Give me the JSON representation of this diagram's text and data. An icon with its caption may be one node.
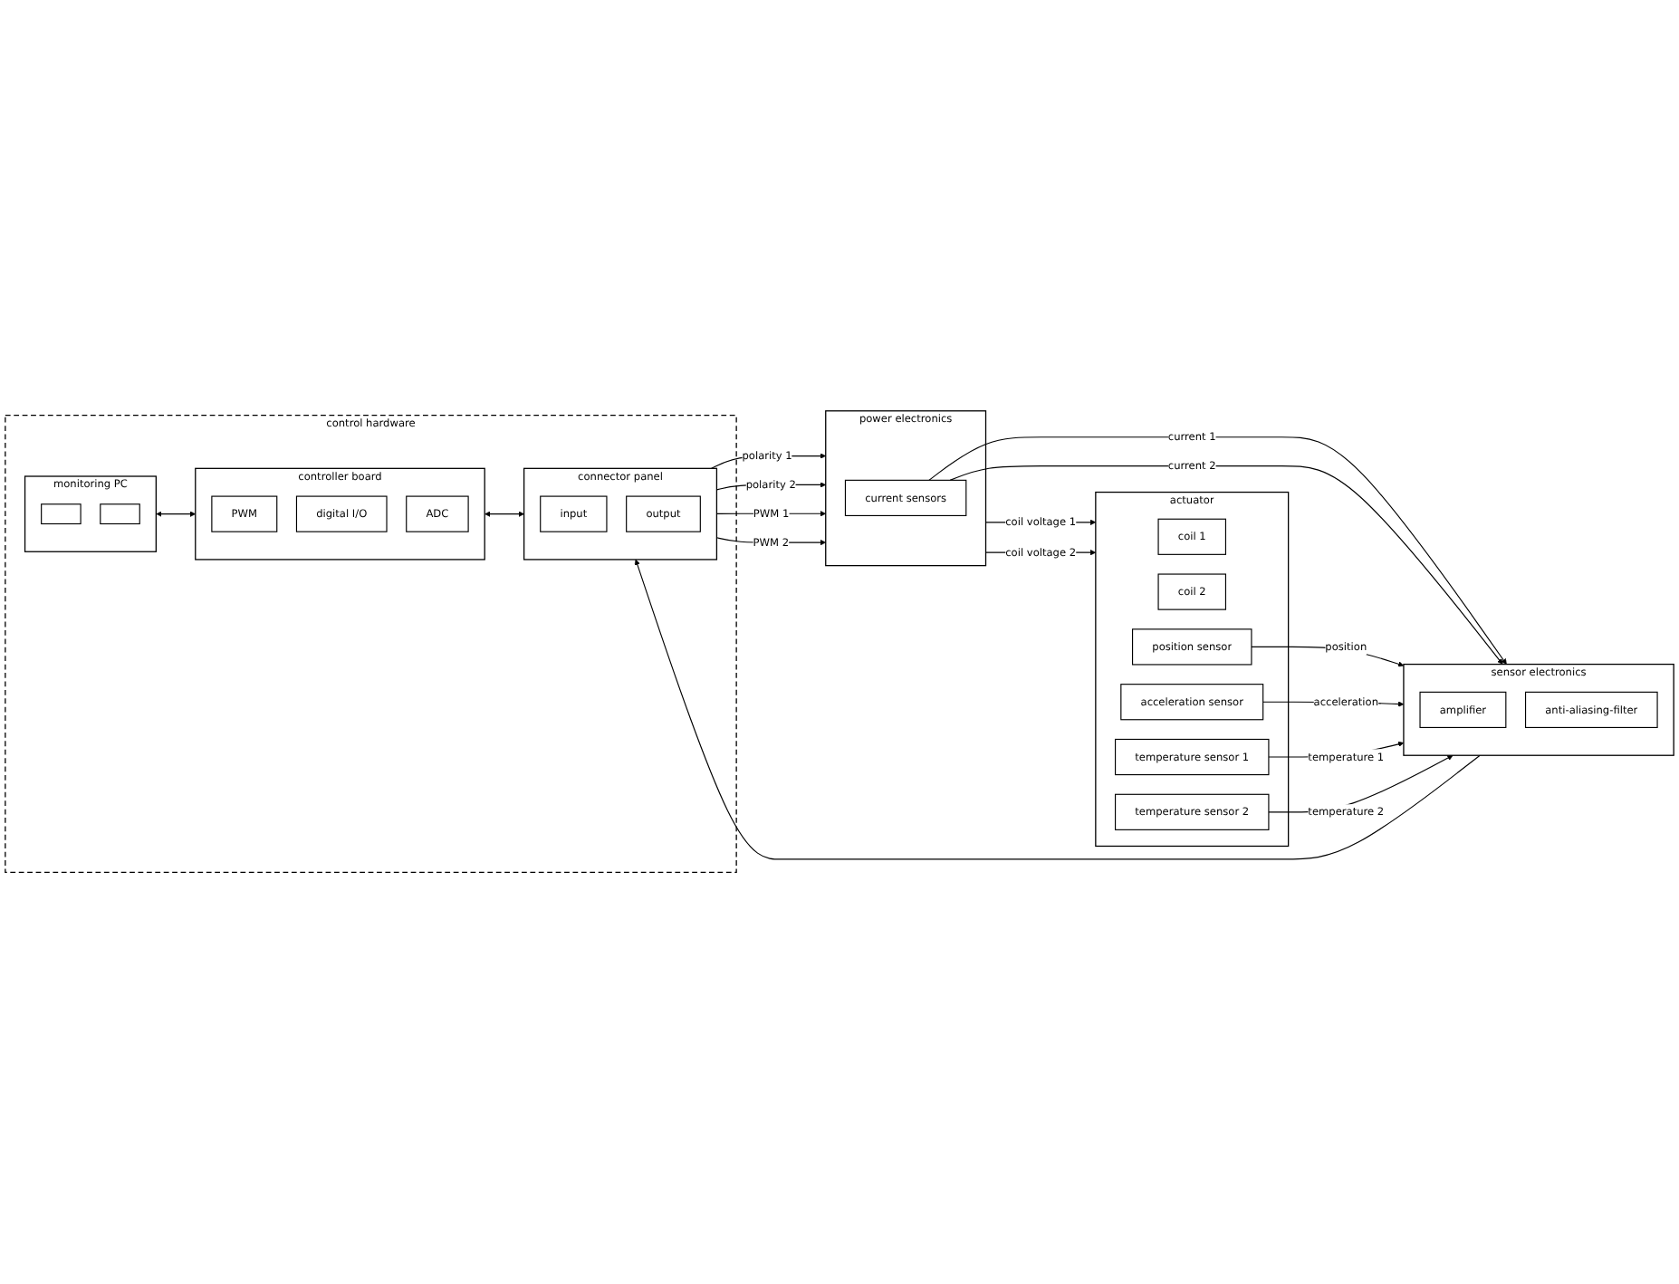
{
  "diagram": {
    "nodes": [
      {
        "text": [
          "actuator"
        ]
      },
      {
        "text": [
          "coil 1"
        ],
        "in": 0
      },
      {
        "text": [
          "coil 2"
        ],
        "in": 0
      },
      {
        "text": [
          "position sensor"
        ],
        "in": 0
      },
      {
        "text": [
          "acceleration sensor"
        ],
        "in": 0
      },
      {
        "text": [
          "temperature sensor 1"
        ],
        "in": 0
      },
      {
        "text": [
          "temperature sensor 2"
        ],
        "in": 0
      },
      {
        "text": [
          "power electronics"
        ]
      },
      {
        "text": [
          "current sensors"
        ],
        "in": 7
      },
      {
        "text": [
          "sensor electronics"
        ]
      },
      {
        "text": [
          "amplifier"
        ],
        "in": 9
      },
      {
        "text": [
          "anti-aliasing-filter"
        ],
        "in": 9
      },
      {
        "text": [
          "control hardware"
        ]
      },
      {
        "text": [
          "monitoring PC"
        ],
        "in": 12
      },
      {
        "text": [],
        "shape": "box",
        "in": 13
      },
      {
        "text": [],
        "shape": "box",
        "in": 13
      },
      {
        "text": [
          "controller board"
        ],
        "in": 12
      },
      {
        "text": [
          "PWM"
        ],
        "in": 16
      },
      {
        "text": [
          "digital I/O"
        ],
        "in": 16
      },
      {
        "text": [
          "ADC"
        ],
        "in": 16
      },
      {
        "text": [
          "connector panel"
        ],
        "in": 12
      },
      {
        "text": [
          "input"
        ],
        "in": 20
      },
      {
        "text": [
          "output"
        ],
        "in": 20
      }
    ],
    "edges": [
      {
        "from": 7,
        "to": 0,
        "arrow": "to",
        "label": "coil voltage 1"
      },
      {
        "from": 7,
        "to": 0,
        "arrow": "to",
        "label": "coil voltage 2"
      },
      {
        "from": 8,
        "to": 9,
        "arrow": "to",
        "label": "current 1"
      },
      {
        "from": 8,
        "to": 9,
        "arrow": "to",
        "label": "current 2"
      },
      {
        "from": 3,
        "to": 9,
        "arrow": "to",
        "label": "position"
      },
      {
        "from": 4,
        "to": 9,
        "arrow": "to",
        "label": "acceleration"
      },
      {
        "from": 5,
        "to": 9,
        "arrow": "to",
        "label": "temperature 1"
      },
      {
        "from": 6,
        "to": 9,
        "arrow": "to",
        "label": "temperature 2"
      },
      {
        "from": 9,
        "to": 20,
        "arrow": "to"
      },
      {
        "from": 20,
        "to": 7,
        "arrow": "to",
        "label": "polarity 1"
      },
      {
        "from": 20,
        "to": 7,
        "arrow": "to",
        "label": "polarity 2"
      },
      {
        "from": 20,
        "to": 7,
        "arrow": "to",
        "label": "PWM 1"
      },
      {
        "from": 20,
        "to": 7,
        "arrow": "to",
        "label": "PWM 2"
      },
      {
        "from": 13,
        "to": 16,
        "arrow": "both"
      },
      {
        "from": 16,
        "to": 20,
        "arrow": "both"
      }
    ]
  }
}
